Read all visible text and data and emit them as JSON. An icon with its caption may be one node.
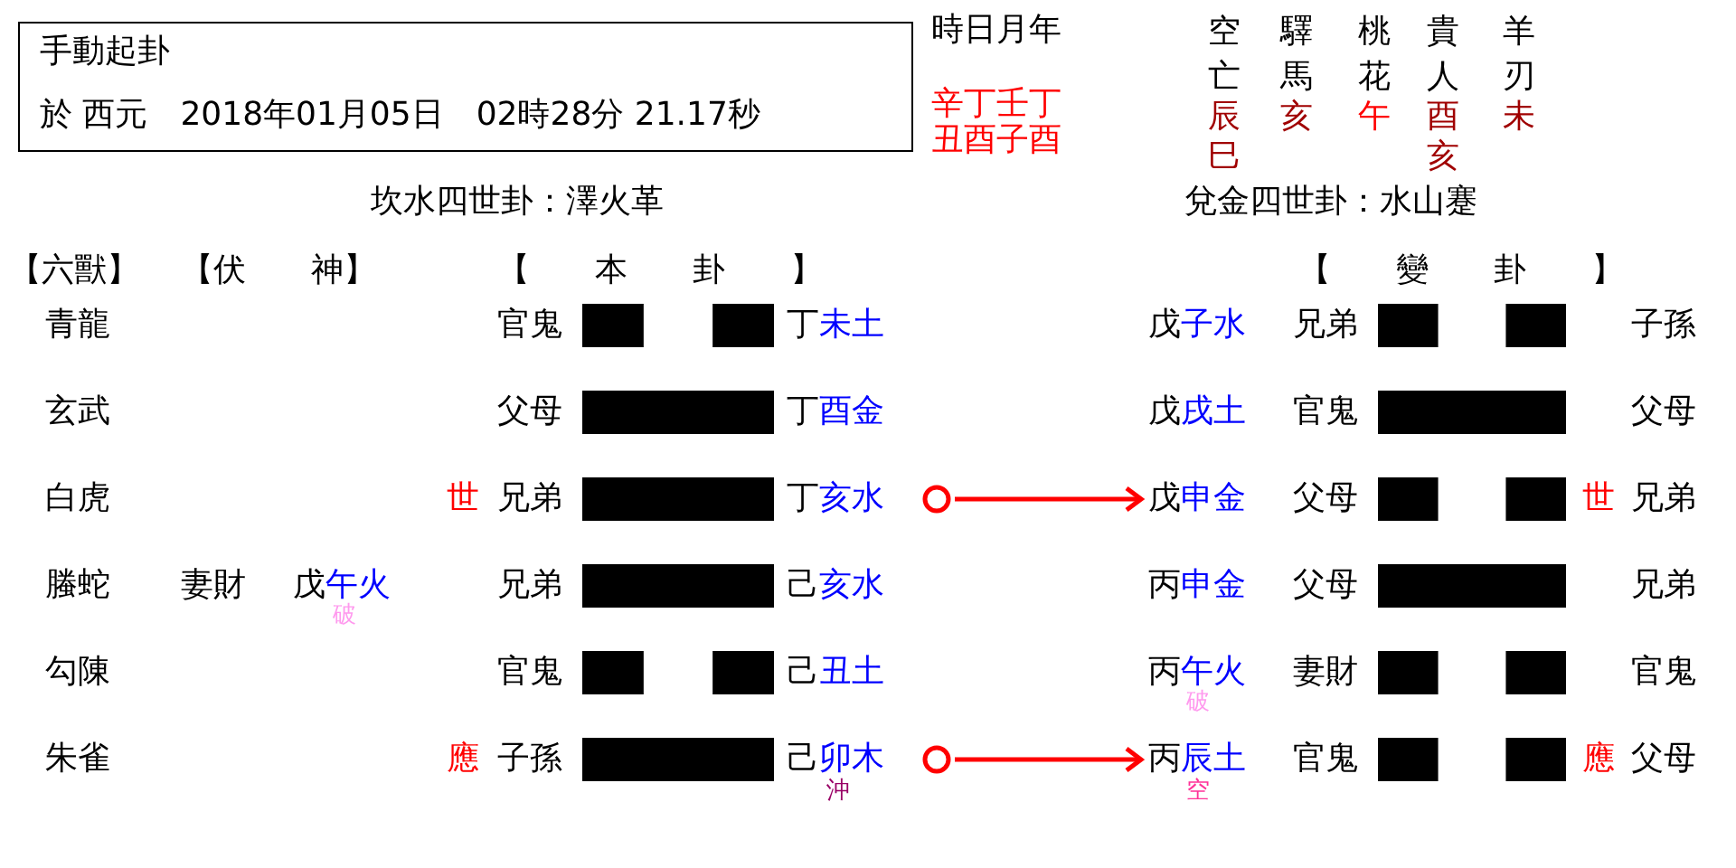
{
  "diagram": {
    "nodes": [
      {
        "text": [
          "手動起卦",
          "於 西元　2018年01月05日　02時28分 21.17秒"
        ]
      },
      {
        "text": [],
        "shape": "circle"
      },
      {
        "text": [
          "戊",
          "申金"
        ]
      },
      {
        "text": [],
        "shape": "circle"
      },
      {
        "text": [
          "丙",
          "辰土"
        ],
        "beside": [
          "空"
        ]
      }
    ],
    "edges": [
      {
        "from": 1,
        "to": 2,
        "arrow": "to"
      },
      {
        "from": 3,
        "to": 4,
        "arrow": "to"
      }
    ],
    "labels": [
      "時日月年",
      "辛丁壬丁",
      "丑酉子酉",
      "空亡",
      "驛馬",
      "桃花",
      "貴人",
      "羊刃",
      "辰巳",
      "亥",
      "午",
      "酉亥",
      "未",
      "坎水四世卦：澤火革",
      "兌金四世卦：水山蹇",
      "【六獸】",
      "【伏　　神】",
      "【　　本　　卦　　】",
      "【　　變　　卦　　】",
      "青龍",
      "官鬼",
      "丁",
      "未土",
      "戊",
      "子水",
      "兄弟",
      "子孫",
      "玄武",
      "父母",
      "丁",
      "酉金",
      "戊",
      "戌土",
      "官鬼",
      "父母",
      "白虎",
      "世",
      "兄弟",
      "丁",
      "亥水",
      "父母",
      "世",
      "兄弟",
      "螣蛇",
      "妻財",
      "戊",
      "午火",
      "破",
      "兄弟",
      "己",
      "亥水",
      "丙",
      "申金",
      "父母",
      "兄弟",
      "勾陳",
      "官鬼",
      "己",
      "丑土",
      "丙",
      "午火",
      "破",
      "妻財",
      "官鬼",
      "朱雀",
      "應",
      "子孫",
      "己",
      "卯木",
      "沖",
      "官鬼",
      "應",
      "父母"
    ]
  }
}
